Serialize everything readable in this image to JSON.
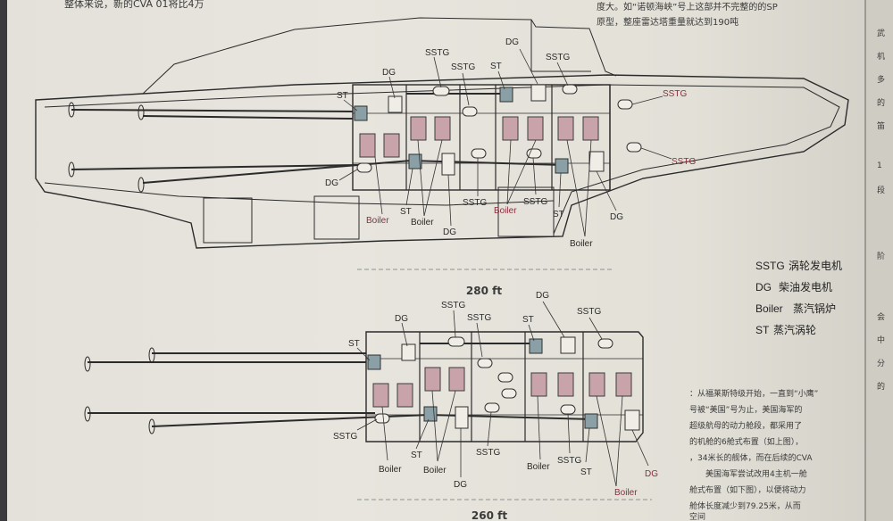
{
  "header": {
    "top_left_text": "整体来说，新的CVA 01将比4万",
    "top_right_line1": "度大。如“诺顿海峡”号上这部并不完整的的SP",
    "top_right_line2": "原型，整座雷达塔重量就达到190吨"
  },
  "upper_layout": {
    "length_label": "280 ft",
    "labels": {
      "ST_a": "ST",
      "DG_a": "DG",
      "SSTG_a": "SSTG",
      "SSTG_b": "SSTG",
      "ST_b": "ST",
      "DG_b": "DG",
      "SSTG_c": "SSTG",
      "SSTG_d": "SSTG",
      "SSTG_e": "SSTG",
      "DG_c": "DG",
      "ST_c": "ST",
      "Boiler_a": "Boiler",
      "Boiler_b": "Boiler",
      "DG_d": "DG",
      "SSTG_f": "SSTG",
      "Boiler_c": "Boiler",
      "SSTG_g": "SSTG",
      "ST_d": "ST",
      "Boiler_d": "Boiler",
      "DG_e": "DG"
    }
  },
  "lower_layout": {
    "length_label": "260 ft",
    "labels": {
      "ST_a": "ST",
      "DG_a": "DG",
      "SSTG_a": "SSTG",
      "SSTG_b": "SSTG",
      "ST_b": "ST",
      "DG_b": "DG",
      "SSTG_c": "SSTG",
      "SSTG_d": "SSTG",
      "Boiler_a": "Boiler",
      "ST_c": "ST",
      "Boiler_b": "Boiler",
      "DG_c": "DG",
      "SSTG_e": "SSTG",
      "Boiler_c": "Boiler",
      "SSTG_f": "SSTG",
      "ST_d": "ST",
      "Boiler_d": "Boiler",
      "DG_d": "DG"
    }
  },
  "legend": [
    {
      "abbr": "SSTG",
      "meaning": "涡轮发电机"
    },
    {
      "abbr": "DG",
      "meaning": "柴油发电机"
    },
    {
      "abbr": "Boiler",
      "meaning": "蒸汽锅炉"
    },
    {
      "abbr": "ST",
      "meaning": "蒸汽涡轮"
    }
  ],
  "caption_lines": [
    "：从福莱斯特级开始，一直到“小鹰”",
    "号被“美国”号为止，美国海军的",
    "超级航母的动力舱段，都采用了",
    "的机舱的6舱式布置（如上图），",
    "，34米长的舰体，而在后续的CVA",
    "美国海军尝试改用4主机一舱",
    "舱式布置（如下图），以便将动力",
    "舱体长度减少到79.25米，从而",
    "空间"
  ],
  "right_page_chars": [
    "武",
    "机",
    "多",
    "的",
    "笛",
    "1",
    "段",
    "阶",
    "会",
    "中",
    "分",
    "的"
  ]
}
